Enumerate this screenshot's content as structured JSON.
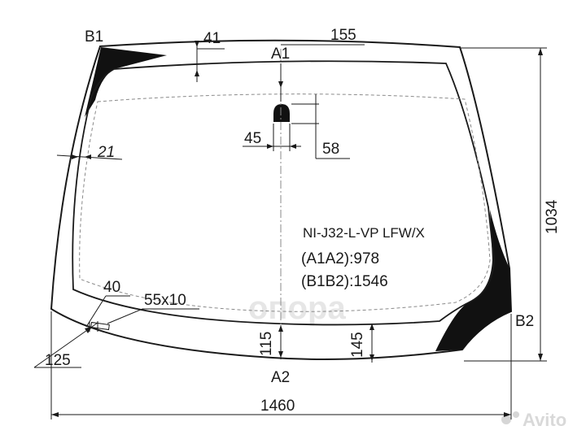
{
  "diagram": {
    "product_code": "NI-J32-L-VP LFW/X",
    "specs": [
      {
        "label": "(A1A2):978"
      },
      {
        "label": "(B1B2):1546"
      }
    ],
    "points": {
      "a1": "A1",
      "a2": "A2",
      "b1": "B1",
      "b2": "B2"
    },
    "dimensions": {
      "top_band": "41",
      "top_offset": "155",
      "sensor_width": "45",
      "sensor_height": "58",
      "side_band": "21",
      "lower_band": "40",
      "label_area": "55x10",
      "corner_offset": "125",
      "center_bottom": "115",
      "right_bottom": "145",
      "height": "1034",
      "width": "1460"
    },
    "colors": {
      "outline": "#1a1a1a",
      "black_band": "#111111",
      "dash": "#8a8a8a",
      "watermark": "#d9d9d9"
    },
    "watermarks": [
      "опора",
      "Avito"
    ]
  }
}
